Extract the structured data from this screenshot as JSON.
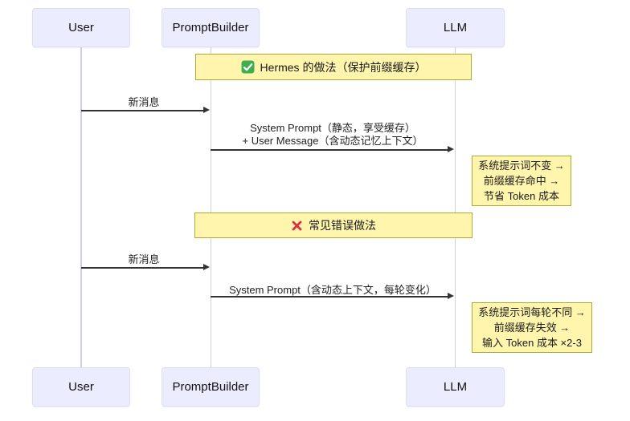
{
  "colors": {
    "actor_fill": "#ECECFF",
    "actor_border": "#DEDEF2",
    "note_fill": "#FFF5AD",
    "note_border": "#AAAA33",
    "lifeline": "#CFCFE8",
    "arrow": "#333333",
    "check_green": "#3EAF4E",
    "cross_red": "#DD2E44"
  },
  "actors": {
    "user": "User",
    "prompt_builder": "PromptBuilder",
    "llm": "LLM"
  },
  "good_flow": {
    "title": "Hermes 的做法（保护前缀缓存）",
    "title_icon": "check-mark-emoji",
    "msg_new_message": "新消息",
    "msg_prompt_line1": "System Prompt（静态，享受缓存）",
    "msg_prompt_line2": "+ User Message（含动态记忆上下文）",
    "note": {
      "line1": "系统提示词不变 →",
      "line2": "前缀缓存命中 →",
      "line3": "节省 Token 成本"
    }
  },
  "bad_flow": {
    "title": "常见错误做法",
    "title_icon": "cross-mark-emoji",
    "msg_new_message": "新消息",
    "msg_prompt": "System Prompt（含动态上下文，每轮变化）",
    "note": {
      "line1": "系统提示词每轮不同 →",
      "line2": "前缀缓存失效 →",
      "line3": "输入 Token 成本 ×2-3"
    }
  }
}
